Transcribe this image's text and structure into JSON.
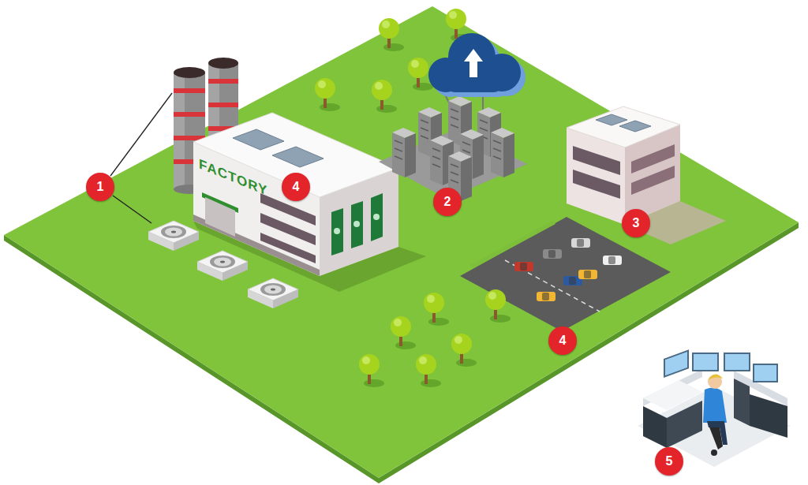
{
  "diagram": {
    "labels": [
      "1",
      "FACTORY",
      "4",
      "2",
      "3",
      "4",
      "5"
    ]
  }
}
